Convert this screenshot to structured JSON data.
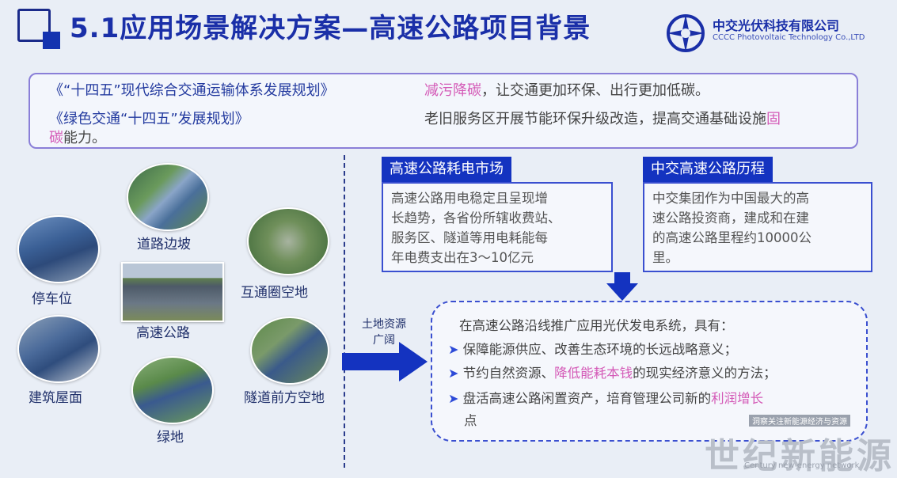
{
  "header": {
    "title": "5.1应用场景解决方案—高速公路项目背景",
    "company_cn": "中交光伏科技有限公司",
    "company_en": "CCCC Photovoltaic Technology Co.,LTD"
  },
  "policies": [
    {
      "title": "《“十四五”现代综合交通运输体系发展规划》",
      "highlight": "减污降碳",
      "desc": "，让交通更加环保、出行更加低碳。"
    },
    {
      "title": "《绿色交通“十四五”发展规划》",
      "desc": "老旧服务区开展节能环保升级改造，提高交通基础设施",
      "highlight_end": "固",
      "desc_line2_pink": "碳",
      "desc_line2": "能力。"
    }
  ],
  "scenes": {
    "roadside": "道路边坡",
    "parking": "停车位",
    "interchange": "互通圈空地",
    "highway": "高速公路",
    "rooftop": "建筑屋面",
    "tunnel": "隧道前方空地",
    "green": "绿地"
  },
  "arrow_label": {
    "line1": "土地资源",
    "line2": "广阔"
  },
  "market": {
    "title": "高速公路耗电市场",
    "lines": [
      "高速公路用电稳定且呈现增",
      "长趋势，各省份所辖收费站、",
      "服务区、隧道等用电耗能每",
      "年电费支出在3～10亿元"
    ]
  },
  "history": {
    "title": "中交高速公路历程",
    "lines": [
      "中交集团作为中国最大的高",
      "速公路投资商，建成和在建",
      "的高速公路里程约10000公",
      "里。"
    ]
  },
  "benefits": {
    "intro": "在高速公路沿线推广应用光伏发电系统，具有：",
    "item1": "保障能源供应、改善生态环境的长远战略意义；",
    "item2_a": "节约自然资源、",
    "item2_b": "降低能耗本钱",
    "item2_c": "的现实经济意义的方法；",
    "item3_a": "盘活高速公路闲置资产，培育管理公司新的",
    "item3_b": "利润增长",
    "item3_c": "点"
  },
  "watermark": {
    "tag": "洞察关注新能源经济与资源",
    "main": "世纪新能源网",
    "sub": "Century new energy network"
  },
  "colors": {
    "accent": "#1433c0",
    "highlight": "#d45ab7",
    "title": "#1a2fa8"
  },
  "icons": {
    "bullet": "arrow-right-icon"
  }
}
